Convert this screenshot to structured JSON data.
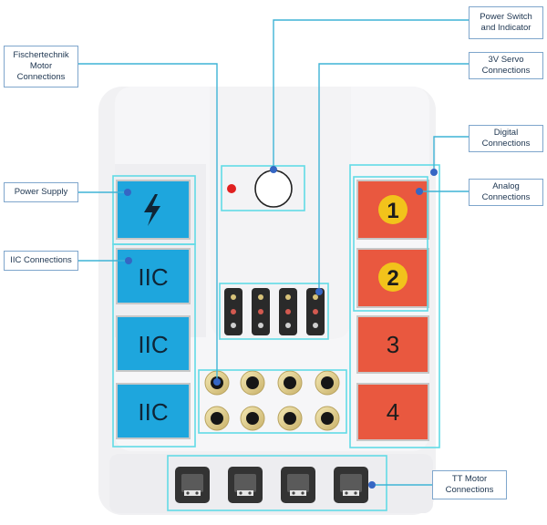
{
  "labels": {
    "power_switch": "Power Switch\nand Indicator",
    "fischertechnik": "Fischertechnik\nMotor\nConnections",
    "servo": "3V Servo\nConnections",
    "digital": "Digital\nConnections",
    "analog": "Analog\nConnections",
    "power_supply": "Power Supply",
    "iic": "IIC Connections",
    "tt_motor": "TT Motor\nConnections"
  },
  "ports": {
    "iic": [
      "IIC",
      "IIC",
      "IIC"
    ],
    "numbers": [
      "1",
      "2",
      "3",
      "4"
    ]
  },
  "colors": {
    "board": "#f1f1f3",
    "blue_port": "#1ea6dd",
    "orange_port": "#e9583f",
    "yellow_badge": "#f2c31b",
    "highlight_box": "#62dbe6",
    "leader_line": "#3fb4d6",
    "dot": "#3566c4",
    "led": "#e02020"
  }
}
